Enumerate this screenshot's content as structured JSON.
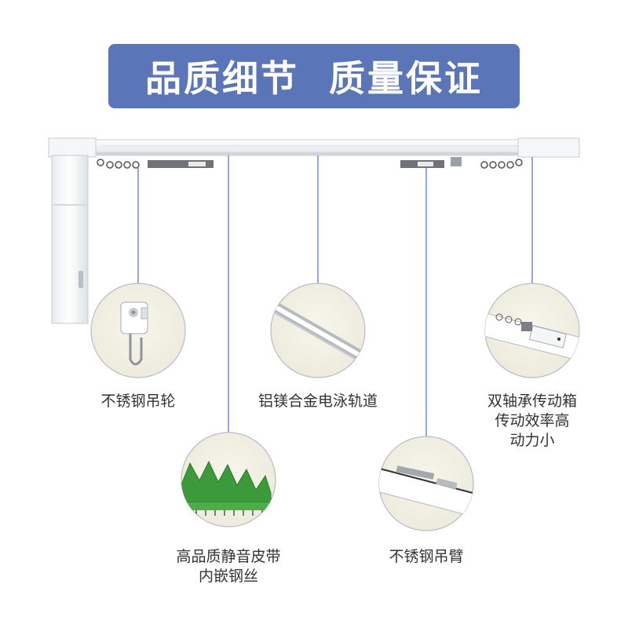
{
  "banner": {
    "title": "品质细节  质量保证"
  },
  "features": {
    "pulley": {
      "label": "不锈钢吊轮"
    },
    "rail": {
      "label": "铝镁合金电泳轨道"
    },
    "gearbox": {
      "line1": "双轴承传动箱",
      "line2": "传动效率高",
      "line3": "动力小"
    },
    "belt": {
      "line1": "高品质静音皮带",
      "line2": "内嵌钢丝"
    },
    "arm": {
      "label": "不锈钢吊臂"
    }
  },
  "colors": {
    "banner": "#5b76b8",
    "leader_line": "#4a6fd8",
    "belt_green": "#3d9a3a",
    "circle_bg": "#f2f1e4"
  }
}
